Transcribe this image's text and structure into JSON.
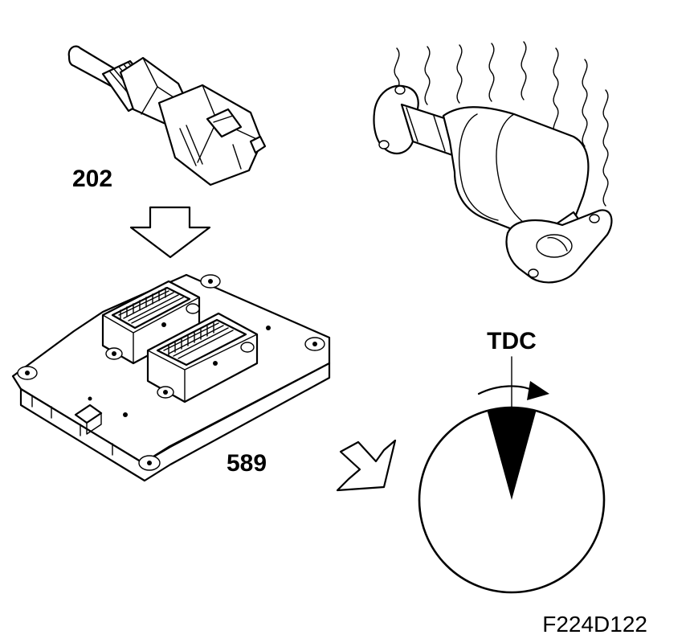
{
  "labels": {
    "sensor_number": "202",
    "control_module_number": "589",
    "tdc": "TDC",
    "figure_code": "F224D122"
  },
  "icons": {
    "sensor": "temperature-sensor-icon",
    "control_module": "control-module-icon",
    "catalytic_converter": "catalytic-converter-icon",
    "flywheel": "crank-disc-icon"
  },
  "colors": {
    "ink": "#000000",
    "paper": "#ffffff"
  }
}
